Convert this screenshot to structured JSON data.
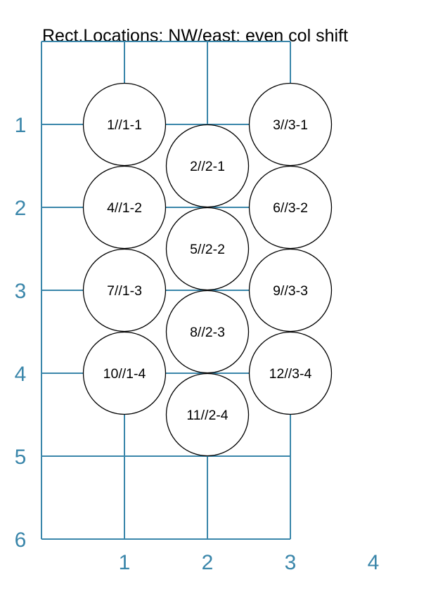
{
  "title": "Rect.Locations: NW/east: even col shift",
  "grid": {
    "color": "#3a86aa",
    "cols": 3,
    "rows": 6,
    "x_tick_labels": [
      "1",
      "2",
      "3",
      "4"
    ],
    "y_tick_labels": [
      "1",
      "2",
      "3",
      "4",
      "5",
      "6"
    ]
  },
  "cells": [
    {
      "label": "1//1-1",
      "col": 1,
      "row": 1
    },
    {
      "label": "2//2-1",
      "col": 2,
      "row": 1.5
    },
    {
      "label": "3//3-1",
      "col": 3,
      "row": 1
    },
    {
      "label": "4//1-2",
      "col": 1,
      "row": 2
    },
    {
      "label": "5//2-2",
      "col": 2,
      "row": 2.5
    },
    {
      "label": "6//3-2",
      "col": 3,
      "row": 2
    },
    {
      "label": "7//1-3",
      "col": 1,
      "row": 3
    },
    {
      "label": "8//2-3",
      "col": 2,
      "row": 3.5
    },
    {
      "label": "9//3-3",
      "col": 3,
      "row": 3
    },
    {
      "label": "10//1-4",
      "col": 1,
      "row": 4
    },
    {
      "label": "11//2-4",
      "col": 2,
      "row": 4.5
    },
    {
      "label": "12//3-4",
      "col": 3,
      "row": 4
    }
  ]
}
